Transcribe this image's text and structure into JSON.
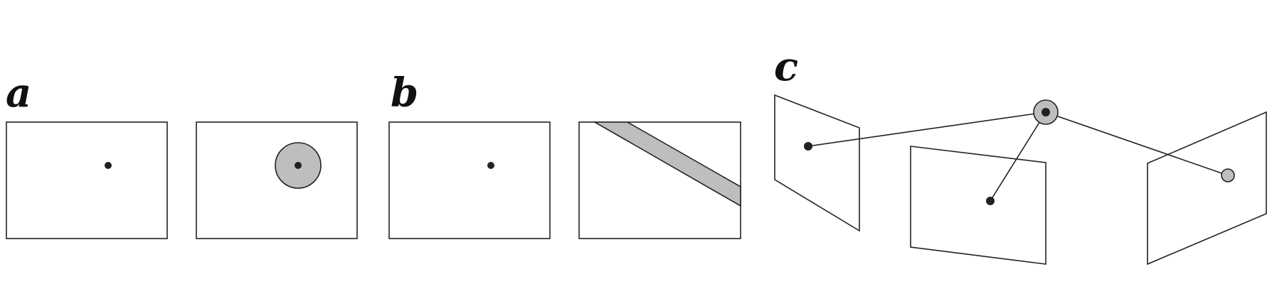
{
  "panels": {
    "a": {
      "label": "a"
    },
    "b": {
      "label": "b"
    },
    "c": {
      "label": "c"
    }
  },
  "colors": {
    "stroke": "#222222",
    "shade": "#bebebe",
    "background": "#ffffff"
  }
}
